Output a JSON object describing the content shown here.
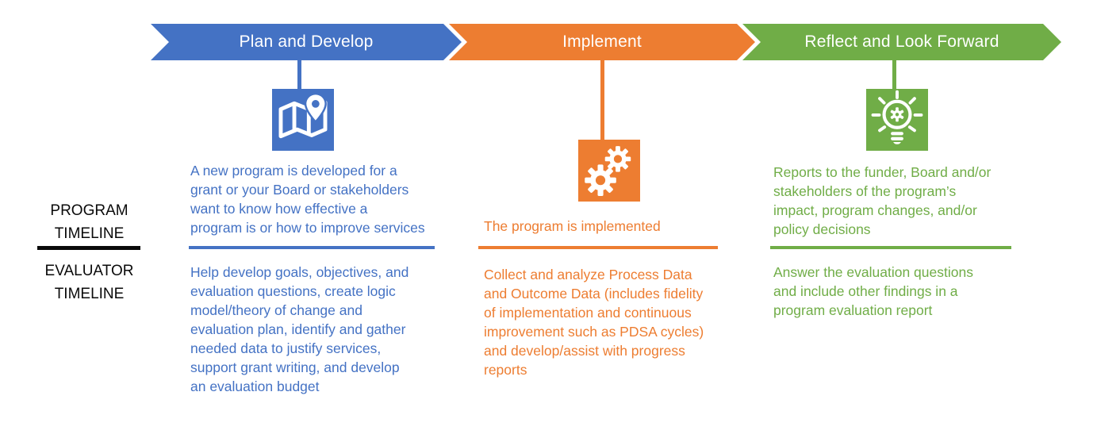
{
  "colors": {
    "blue": "#4472C4",
    "orange": "#ED7D31",
    "green": "#70AD47",
    "black": "#0A0A0A",
    "white": "#FFFFFF"
  },
  "sidebar": {
    "program_label": "PROGRAM\nTIMELINE",
    "evaluator_label": "EVALUATOR\nTIMELINE"
  },
  "phases": [
    {
      "label": "Plan and Develop",
      "color": "#4472C4",
      "icon": "map-location-icon",
      "program_text": "A new program is developed for a\ngrant or your Board or stakeholders\nwant to know how effective a\nprogram is or how to improve services",
      "evaluator_text": "Help develop goals, objectives, and\nevaluation questions, create logic\nmodel/theory of change and\nevaluation plan, identify and gather\nneeded data to justify services,\nsupport grant writing, and develop\nan evaluation budget"
    },
    {
      "label": "Implement",
      "color": "#ED7D31",
      "icon": "gears-icon",
      "program_text": "The program is implemented",
      "evaluator_text": "Collect and analyze Process Data\nand Outcome Data (includes fidelity\nof implementation and continuous\nimprovement such as PDSA cycles)\nand develop/assist with progress\nreports"
    },
    {
      "label": "Reflect and Look Forward",
      "color": "#70AD47",
      "icon": "lightbulb-gear-icon",
      "program_text": "Reports to the funder, Board and/or\nstakeholders of the program’s\nimpact, program changes, and/or\npolicy decisions",
      "evaluator_text": "Answer the evaluation questions\nand include other findings in a\nprogram evaluation report"
    }
  ]
}
